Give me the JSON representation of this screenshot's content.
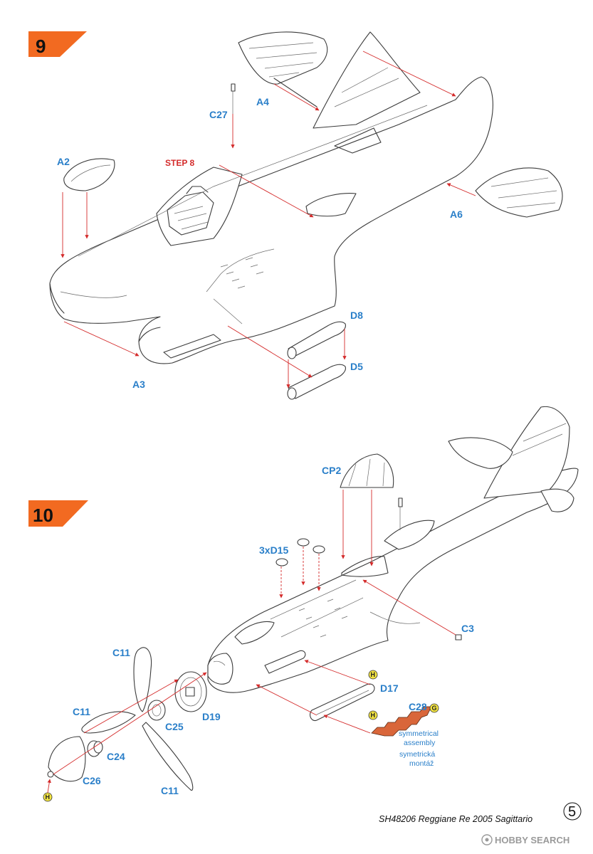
{
  "steps": [
    {
      "number": "9",
      "badge_color": "#f26a21"
    },
    {
      "number": "10",
      "badge_color": "#f26a21"
    }
  ],
  "step9": {
    "reference": "STEP 8",
    "parts": {
      "a4": "A4",
      "c27": "C27",
      "a2": "A2",
      "a6": "A6",
      "d8": "D8",
      "d5": "D5",
      "a3": "A3"
    }
  },
  "step10": {
    "parts": {
      "cp2": "CP2",
      "d15": "3xD15",
      "c3": "C3",
      "c11_top": "C11",
      "c11_left": "C11",
      "c11_bottom": "C11",
      "d19": "D19",
      "c25": "C25",
      "c24": "C24",
      "c26": "C26",
      "d17": "D17",
      "c28": "C28"
    },
    "paint_codes": {
      "h": "H",
      "g": "G"
    },
    "note_lines": [
      "symmetrical",
      "assembly",
      "symetrická",
      "montáž"
    ]
  },
  "footer": {
    "title": "SH48206 Reggiane Re 2005 Sagittario",
    "page_number": "5",
    "watermark": "HOBBY SEARCH"
  },
  "colors": {
    "callout": "#2a7fc9",
    "arrow": "#d42b2b",
    "badge": "#f26a21",
    "paint_badge": "#f4e542",
    "part_c28": "#d9663a"
  }
}
